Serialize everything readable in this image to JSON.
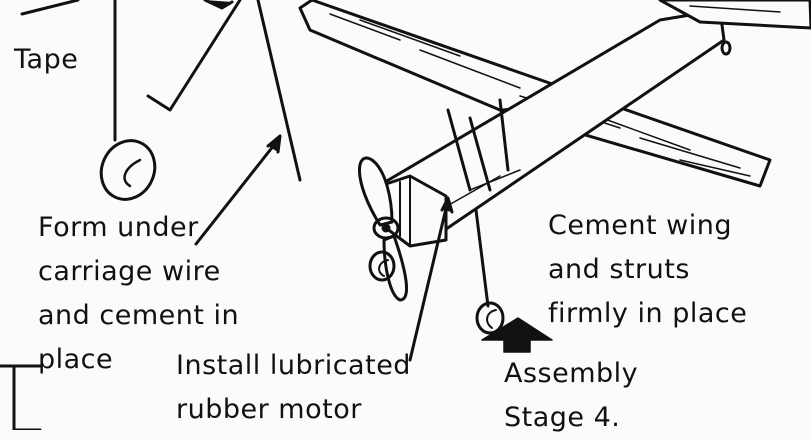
{
  "labels": {
    "tape": "Tape",
    "undercarriage": [
      "Form under",
      "carriage wire",
      "and cement in",
      "place"
    ],
    "wing": [
      "Cement wing",
      "and struts",
      "firmly in place"
    ],
    "rubber": [
      "Install lubricated",
      "rubber motor"
    ],
    "stage": [
      "Assembly",
      "Stage 4."
    ]
  }
}
